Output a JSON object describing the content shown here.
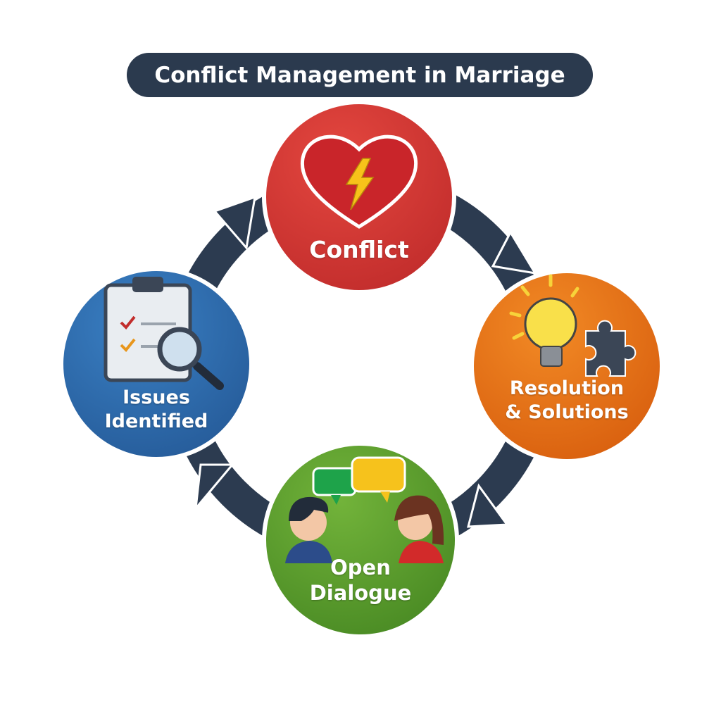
{
  "title": "Conflict Management in Marriage",
  "stages": [
    {
      "label_lines": [
        "Conflict"
      ],
      "icon": "heart-lightning-icon",
      "color": "#d63a36"
    },
    {
      "label_lines": [
        "Resolution",
        "& Solutions"
      ],
      "icon": "lightbulb-puzzle-icon",
      "color": "#e8761c"
    },
    {
      "label_lines": [
        "Open",
        "Dialogue"
      ],
      "icon": "people-speech-bubbles-icon",
      "color": "#5e9f2e"
    },
    {
      "label_lines": [
        "Issues",
        "Identified"
      ],
      "icon": "clipboard-magnifier-icon",
      "color": "#2f6db0"
    }
  ],
  "cycle_color": "#2c3b50"
}
